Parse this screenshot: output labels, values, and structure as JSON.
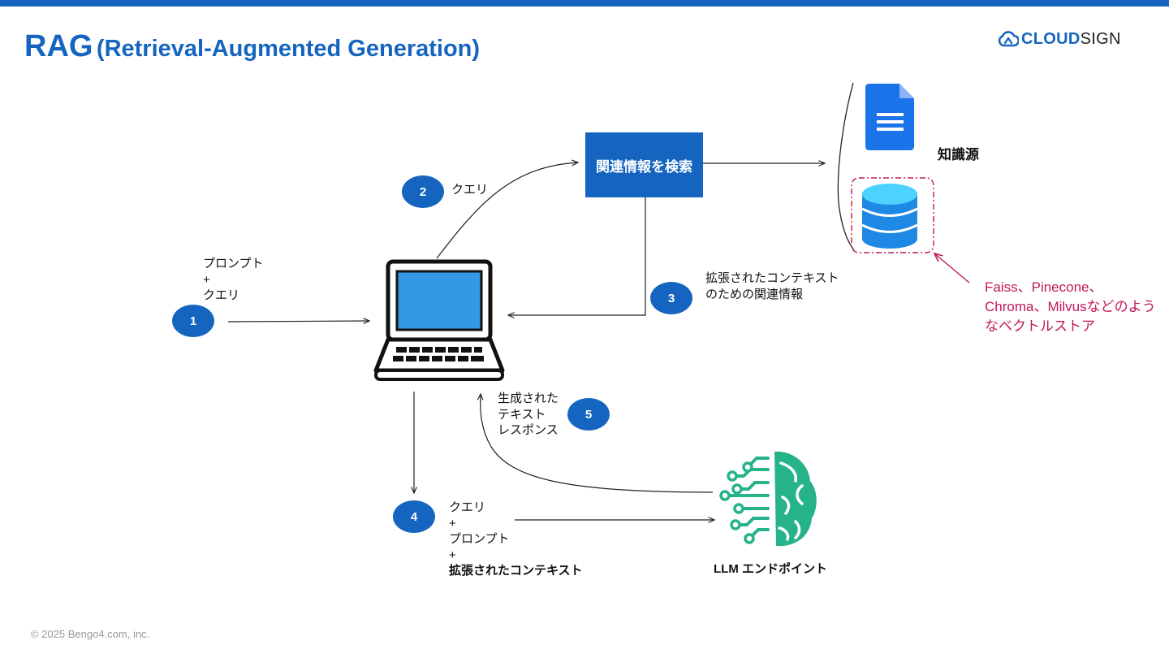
{
  "header": {
    "title_main": "RAG",
    "title_sub": "(Retrieval-Augmented Generation)",
    "logo_bold": "CLOUD",
    "logo_light": "SIGN"
  },
  "footer": {
    "copyright": "© 2025 Bengo4.com, inc."
  },
  "diagram": {
    "search_box": "関連情報を検索",
    "knowledge_source": "知識源",
    "vector_note": "Faiss、Pinecone、Chroma、Milvusなどのようなベクトルストア",
    "llm_label": "LLM エンドポイント",
    "steps": [
      {
        "number": "1",
        "lines": [
          "プロンプト",
          "+",
          "クエリ"
        ]
      },
      {
        "number": "2",
        "lines": [
          "クエリ"
        ]
      },
      {
        "number": "3",
        "lines": [
          "拡張されたコンテキスト",
          "のための関連情報"
        ]
      },
      {
        "number": "4",
        "lines": [
          "クエリ",
          "+",
          "プロンプト",
          "+",
          "拡張されたコンテキスト"
        ]
      },
      {
        "number": "5",
        "lines": [
          "生成された",
          "テキスト",
          "レスポンス"
        ]
      }
    ]
  },
  "colors": {
    "brand_blue": "#1565c0",
    "highlight_red": "#c2185b",
    "brain_green": "#26b38a",
    "database_blue": "#2ea0e6"
  },
  "icons": [
    "laptop-icon",
    "document-icon",
    "database-icon",
    "brain-icon",
    "cloud-logo-icon"
  ]
}
